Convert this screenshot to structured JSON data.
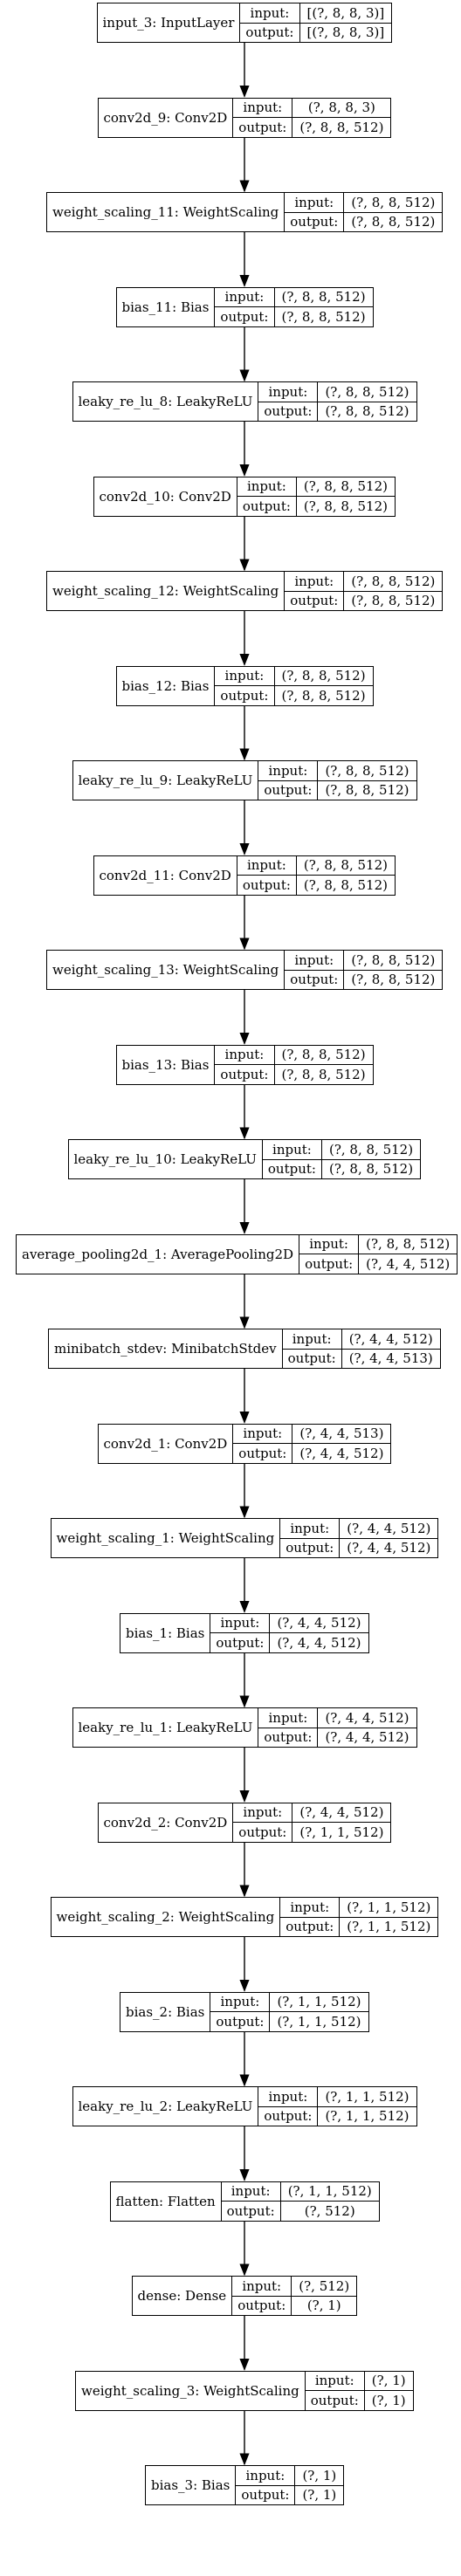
{
  "labels": {
    "input": "input:",
    "output": "output:"
  },
  "layers": [
    {
      "name": "input_3: InputLayer",
      "input": "[(?, 8, 8, 3)]",
      "output": "[(?, 8, 8, 3)]"
    },
    {
      "name": "conv2d_9: Conv2D",
      "input": "(?, 8, 8, 3)",
      "output": "(?, 8, 8, 512)"
    },
    {
      "name": "weight_scaling_11: WeightScaling",
      "input": "(?, 8, 8, 512)",
      "output": "(?, 8, 8, 512)"
    },
    {
      "name": "bias_11: Bias",
      "input": "(?, 8, 8, 512)",
      "output": "(?, 8, 8, 512)"
    },
    {
      "name": "leaky_re_lu_8: LeakyReLU",
      "input": "(?, 8, 8, 512)",
      "output": "(?, 8, 8, 512)"
    },
    {
      "name": "conv2d_10: Conv2D",
      "input": "(?, 8, 8, 512)",
      "output": "(?, 8, 8, 512)"
    },
    {
      "name": "weight_scaling_12: WeightScaling",
      "input": "(?, 8, 8, 512)",
      "output": "(?, 8, 8, 512)"
    },
    {
      "name": "bias_12: Bias",
      "input": "(?, 8, 8, 512)",
      "output": "(?, 8, 8, 512)"
    },
    {
      "name": "leaky_re_lu_9: LeakyReLU",
      "input": "(?, 8, 8, 512)",
      "output": "(?, 8, 8, 512)"
    },
    {
      "name": "conv2d_11: Conv2D",
      "input": "(?, 8, 8, 512)",
      "output": "(?, 8, 8, 512)"
    },
    {
      "name": "weight_scaling_13: WeightScaling",
      "input": "(?, 8, 8, 512)",
      "output": "(?, 8, 8, 512)"
    },
    {
      "name": "bias_13: Bias",
      "input": "(?, 8, 8, 512)",
      "output": "(?, 8, 8, 512)"
    },
    {
      "name": "leaky_re_lu_10: LeakyReLU",
      "input": "(?, 8, 8, 512)",
      "output": "(?, 8, 8, 512)"
    },
    {
      "name": "average_pooling2d_1: AveragePooling2D",
      "input": "(?, 8, 8, 512)",
      "output": "(?, 4, 4, 512)"
    },
    {
      "name": "minibatch_stdev: MinibatchStdev",
      "input": "(?, 4, 4, 512)",
      "output": "(?, 4, 4, 513)"
    },
    {
      "name": "conv2d_1: Conv2D",
      "input": "(?, 4, 4, 513)",
      "output": "(?, 4, 4, 512)"
    },
    {
      "name": "weight_scaling_1: WeightScaling",
      "input": "(?, 4, 4, 512)",
      "output": "(?, 4, 4, 512)"
    },
    {
      "name": "bias_1: Bias",
      "input": "(?, 4, 4, 512)",
      "output": "(?, 4, 4, 512)"
    },
    {
      "name": "leaky_re_lu_1: LeakyReLU",
      "input": "(?, 4, 4, 512)",
      "output": "(?, 4, 4, 512)"
    },
    {
      "name": "conv2d_2: Conv2D",
      "input": "(?, 4, 4, 512)",
      "output": "(?, 1, 1, 512)"
    },
    {
      "name": "weight_scaling_2: WeightScaling",
      "input": "(?, 1, 1, 512)",
      "output": "(?, 1, 1, 512)"
    },
    {
      "name": "bias_2: Bias",
      "input": "(?, 1, 1, 512)",
      "output": "(?, 1, 1, 512)"
    },
    {
      "name": "leaky_re_lu_2: LeakyReLU",
      "input": "(?, 1, 1, 512)",
      "output": "(?, 1, 1, 512)"
    },
    {
      "name": "flatten: Flatten",
      "input": "(?, 1, 1, 512)",
      "output": "(?, 512)"
    },
    {
      "name": "dense: Dense",
      "input": "(?, 512)",
      "output": "(?, 1)"
    },
    {
      "name": "weight_scaling_3: WeightScaling",
      "input": "(?, 1)",
      "output": "(?, 1)"
    },
    {
      "name": "bias_3: Bias",
      "input": "(?, 1)",
      "output": "(?, 1)"
    }
  ]
}
